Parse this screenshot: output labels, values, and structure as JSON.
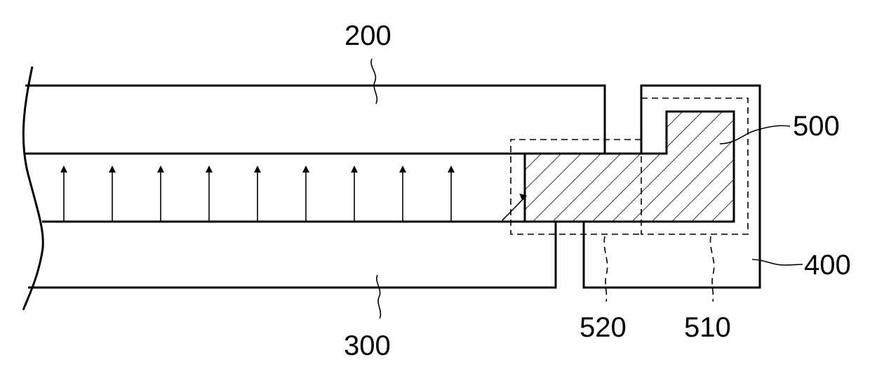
{
  "labels": {
    "upper_layer": "200",
    "lower_layer": "300",
    "frame": "400",
    "hatched_member": "500",
    "first_region": "510",
    "second_region": "520"
  },
  "arrows": {
    "count": 9
  }
}
